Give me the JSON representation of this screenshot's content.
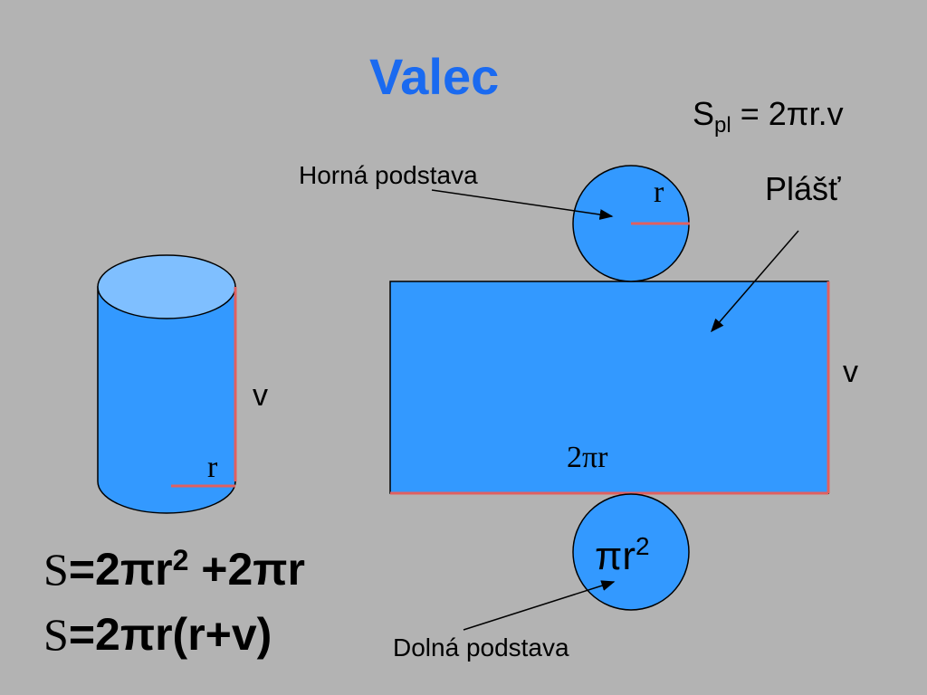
{
  "title": "Valec",
  "spl": {
    "main": "S",
    "sub": "pl",
    "rest": " = 2πr.v"
  },
  "labels": {
    "plast": "Plášť",
    "horna": "Horná podstava",
    "dolna": "Dolná podstava",
    "v_cylinder": "v",
    "v_rectangle": "v",
    "r_cylinder": "r",
    "r_top": "r",
    "two_pi_r": "2πr",
    "pi_r2_base": "πr",
    "pi_r2_exp": "2"
  },
  "formulas": {
    "f1": {
      "s": "S",
      "eq": "=2πr",
      "exp": "2",
      "rest": " +2πr"
    },
    "f2": {
      "s": "S",
      "rest": "=2πr(r+v)"
    }
  },
  "colors": {
    "background": "#b3b3b3",
    "shape_fill": "#3399ff",
    "cylinder_top": "#7fbfff",
    "radius_line": "#e06060",
    "title": "#1a6af0"
  }
}
